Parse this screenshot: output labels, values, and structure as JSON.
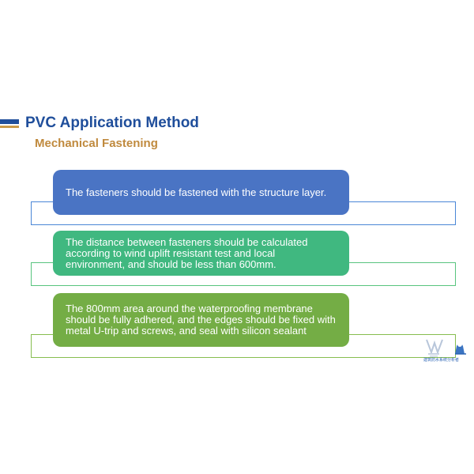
{
  "header": {
    "title": "PVC Application Method",
    "subtitle": "Mechanical Fastening"
  },
  "steps": [
    {
      "text": "The fasteners should be fastened with the structure layer."
    },
    {
      "text": "The distance between fasteners should be calculated according to wind uplift resistant test and local environment, and should be less than 600mm."
    },
    {
      "text": "The 800mm area around the waterproofing membrane should be fully adhered, and the edges should be fixed with metal U-trip and screws, and seal with silicon sealant"
    }
  ],
  "logo": {
    "text": "建筑防水系统分析者"
  },
  "colors": {
    "title": "#1f4e9b",
    "subtitle": "#c08a3e",
    "step1": "#4a74c4",
    "step2": "#40b880",
    "step3": "#74ad45"
  }
}
